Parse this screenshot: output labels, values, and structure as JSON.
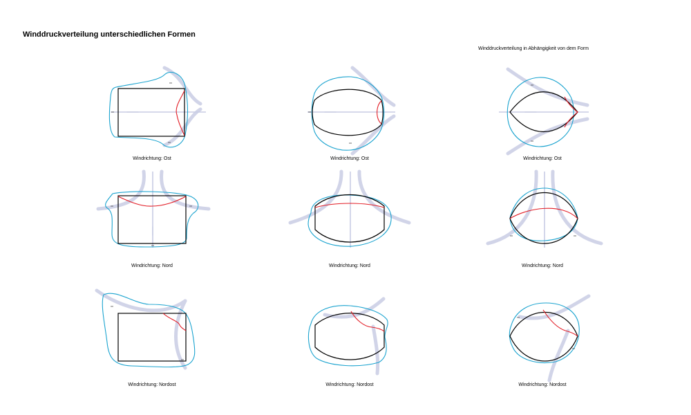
{
  "header": {
    "title": "Winddruckverteilung unterschiedlichen Formen",
    "subtitle": "Winddruckverteilung in Abhängigkeit von dem Form"
  },
  "colors": {
    "shape_outline": "#000000",
    "wind_pressure_envelope": "#1aa3cf",
    "pressure_line": "#e21b24",
    "airflow": "#d1d4e8"
  },
  "panels": [
    {
      "shape": "rectangle",
      "caption": "Windrichtung: Ost"
    },
    {
      "shape": "barrel",
      "caption": "Windrichtung: Ost"
    },
    {
      "shape": "lens",
      "caption": "Windrichtung: Ost"
    },
    {
      "shape": "rectangle",
      "caption": "Windrichtung: Nord"
    },
    {
      "shape": "barrel",
      "caption": "Windrichtung: Nord"
    },
    {
      "shape": "lens",
      "caption": "Windrichtung: Nord"
    },
    {
      "shape": "rectangle",
      "caption": "Windrichtung: Nordost"
    },
    {
      "shape": "barrel",
      "caption": "Windrichtung: Nordost"
    },
    {
      "shape": "lens",
      "caption": "Windrichtung: Nordost"
    }
  ]
}
